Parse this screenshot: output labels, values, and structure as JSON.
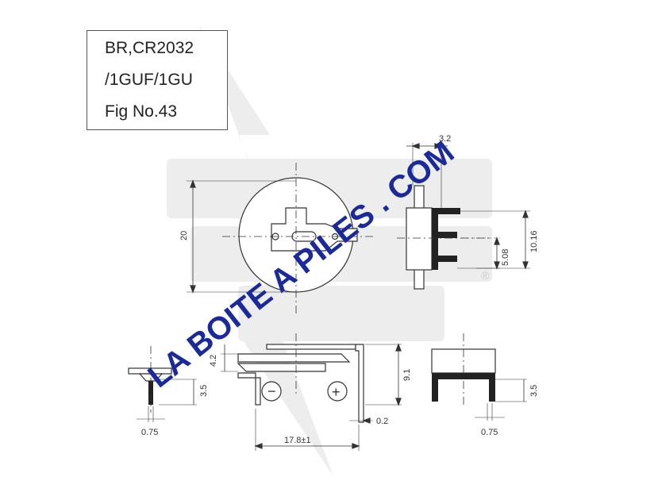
{
  "title_block": {
    "line1": "BR,CR2032",
    "line2": "/1GUF/1GU",
    "line3": "Fig No.43"
  },
  "dimensions": {
    "height_20": "20",
    "width_3_2": "3.2",
    "pin_spacing_5_08": "5.08",
    "body_height_10_16": "10.16",
    "pin_4_2": "4.2",
    "pin_3_5_left": "3.5",
    "pin_9_1": "9.1",
    "pin_3_5_right": "3.5",
    "pin_width_left": "0.75",
    "pin_width_right": "0.75",
    "pin_thickness": "0.2",
    "base_width": "17.8±1"
  },
  "terminals": {
    "negative": "−",
    "positive": "+"
  },
  "watermark": {
    "text": "LA BOITE A PILES . COM",
    "color": "#1a2a9c"
  }
}
